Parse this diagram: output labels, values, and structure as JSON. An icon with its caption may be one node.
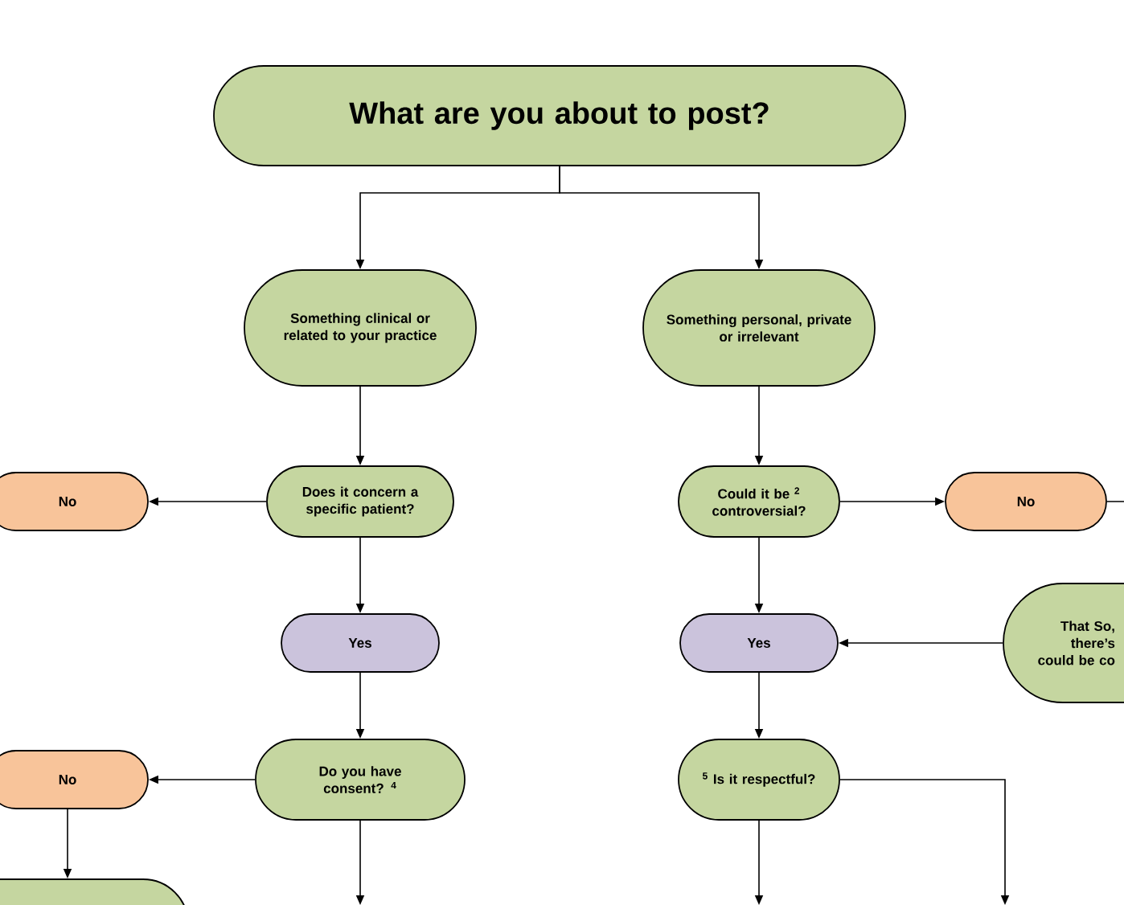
{
  "diagram": {
    "nodes": [
      {
        "text": [
          "What are you about to post?"
        ]
      },
      {
        "text": [
          "Something clinical or related to your practice"
        ]
      },
      {
        "text": [
          "Something personal, private or irrelevant"
        ]
      },
      {
        "text": [
          "No"
        ]
      },
      {
        "text": [
          "Does it concern a specific patient?"
        ]
      },
      {
        "text": [
          "Could it be $^{2}$ controversial?"
        ]
      },
      {
        "text": [
          "No"
        ]
      },
      {
        "text": [
          "Yes"
        ]
      },
      {
        "text": [
          "Yes"
        ]
      },
      {
        "text": [
          "That So, there’s could be co"
        ]
      },
      {
        "text": [
          "No"
        ]
      },
      {
        "text": [
          "Do you have consent? $^{4}$"
        ]
      },
      {
        "text": [
          "$^{5}$ Is it respectful?"
        ]
      },
      {
        "text": [],
        "shape": "box"
      }
    ],
    "edges": [
      {
        "from": 0,
        "to": 1,
        "arrow": "to"
      },
      {
        "from": 0,
        "to": 2,
        "arrow": "to"
      },
      {
        "from": 1,
        "to": 4,
        "arrow": "to"
      },
      {
        "from": 4,
        "to": 3,
        "arrow": "to"
      },
      {
        "from": 2,
        "to": 5,
        "arrow": "to"
      },
      {
        "from": 5,
        "to": 6,
        "arrow": "to"
      },
      {
        "from": 6,
        "to": null,
        "arrow": "none"
      },
      {
        "from": 4,
        "to": 7,
        "arrow": "to"
      },
      {
        "from": 5,
        "to": 8,
        "arrow": "to"
      },
      {
        "from": 9,
        "to": 8,
        "arrow": "to"
      },
      {
        "from": 7,
        "to": 11,
        "arrow": "to"
      },
      {
        "from": 8,
        "to": 12,
        "arrow": "to"
      },
      {
        "from": 11,
        "to": 10,
        "arrow": "to"
      },
      {
        "from": 10,
        "to": 13,
        "arrow": "to"
      },
      {
        "from": 11,
        "to": null,
        "arrow": "to"
      },
      {
        "from": 12,
        "to": null,
        "arrow": "to"
      },
      {
        "from": 12,
        "to": null,
        "arrow": "to"
      }
    ]
  }
}
